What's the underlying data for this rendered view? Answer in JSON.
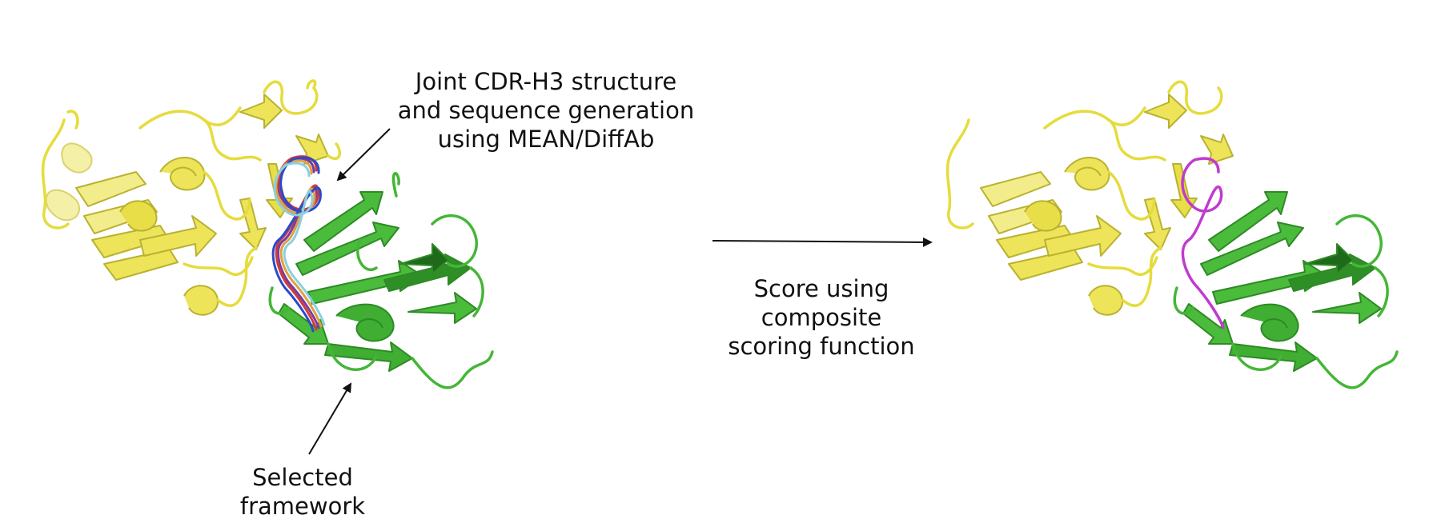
{
  "labels": {
    "cdr_generation": [
      "Joint CDR-H3 structure",
      "and sequence generation",
      "using MEAN/DiffAb"
    ],
    "selected_framework": [
      "Selected",
      "framework"
    ],
    "scoring": [
      "Score using",
      "composite",
      "scoring function"
    ]
  },
  "colors": {
    "antigen_chain": "#e8e24a",
    "antibody_chain": "#47b83a",
    "designed_loop": "#c03ad0",
    "sampled_loops": [
      "#d03a3a",
      "#2a4bc8",
      "#e0a040",
      "#8ad0e0",
      "#7a3aa0"
    ]
  },
  "icons": [
    "arrow-icon",
    "arrow-icon",
    "arrow-icon"
  ]
}
